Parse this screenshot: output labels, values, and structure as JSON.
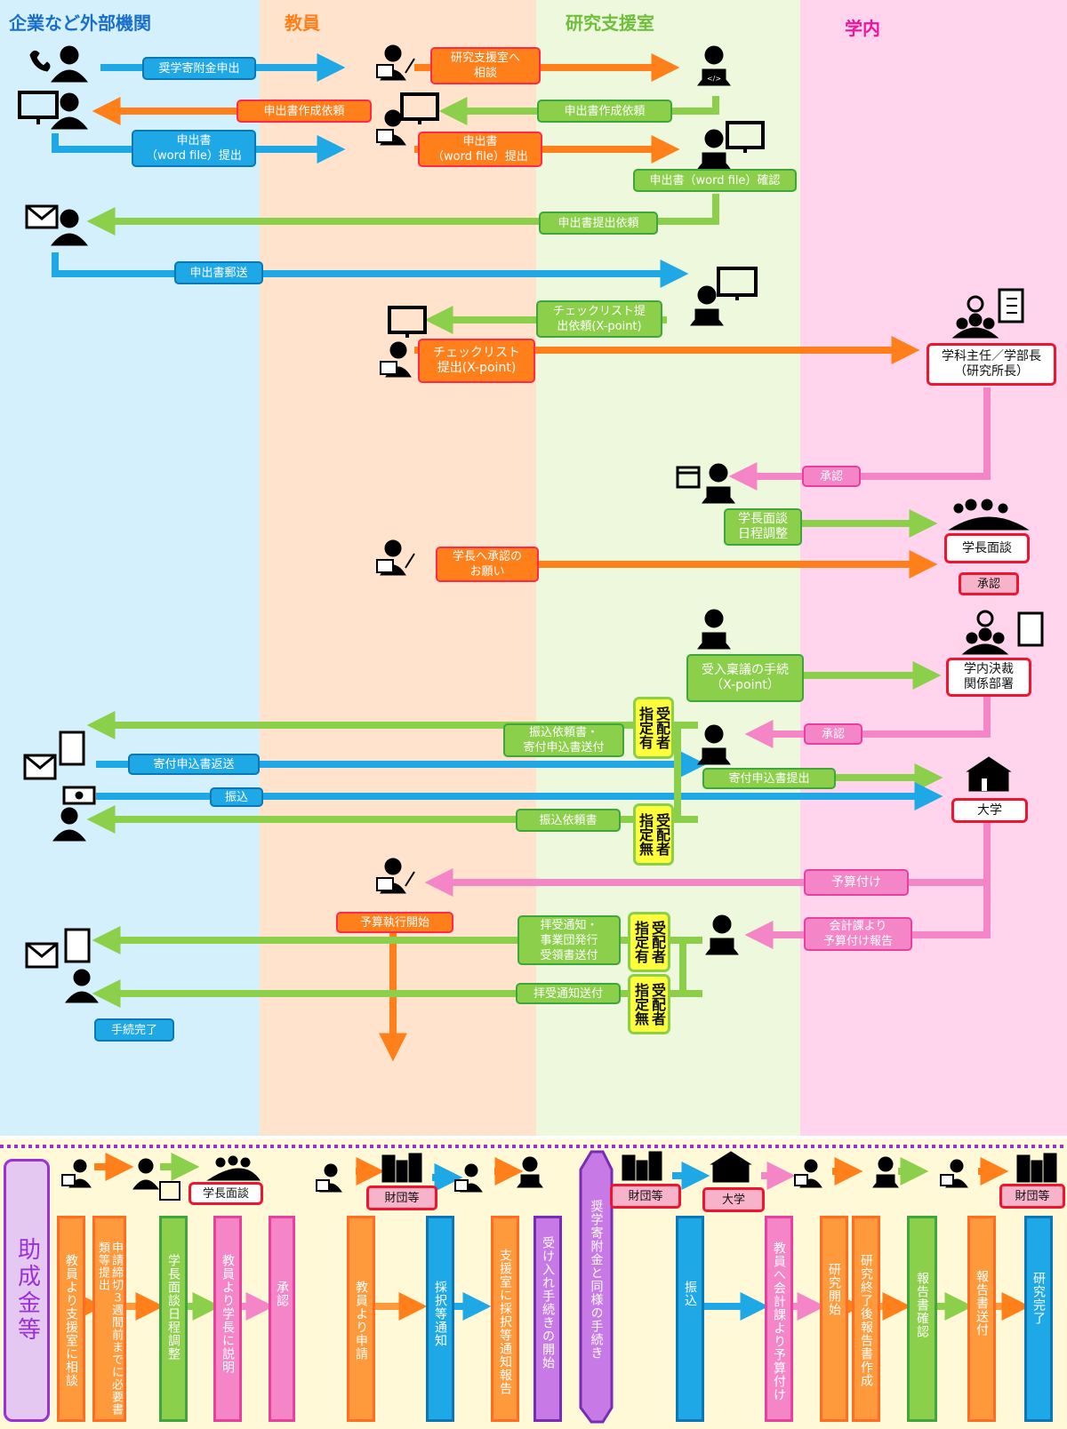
{
  "lanes": [
    {
      "title": "企業など外部機関",
      "color": "#1a6fc9"
    },
    {
      "title": "教員",
      "color": "#ff7f1a"
    },
    {
      "title": "研究支援室",
      "color": "#6fbf3c"
    },
    {
      "title": "学内",
      "color": "#f0149a"
    }
  ],
  "boxes": {
    "apply_donation": "奨学寄附金申出",
    "consult_support": "研究支援室へ\n相談",
    "req_form_green": "申出書作成依頼",
    "req_form_orange": "申出書作成依頼",
    "submit_word_blue": "申出書\n（word file）提出",
    "submit_word_orange": "申出書\n（word file）提出",
    "check_word": "申出書（word file）確認",
    "req_submit": "申出書提出依頼",
    "mail_form": "申出書郵送",
    "req_checklist": "チェックリスト提\n出依頼(X-point)",
    "submit_checklist": "チェックリスト\n提出(X-point)",
    "dept_head": "学科主任／学部長\n（研究所長）",
    "approve1": "承認",
    "schedule": "学長面談\n日程調整",
    "ask_president": "学長へ承認の\nお願い",
    "president_meeting": "学長面談",
    "approve2": "承認",
    "acceptance": "受入稟議の手続\n（X-point）",
    "internal_dept": "学内決裁\n関係部署",
    "approve3": "承認",
    "send_transfer_req": "振込依頼書・\n寄付申込書送付",
    "recipient_yes1": "受配者\n指定有",
    "return_app": "寄付申込書返送",
    "submit_app": "寄付申込書提出",
    "transfer": "振込",
    "university": "大学",
    "transfer_req": "振込依頼書",
    "recipient_no1": "受配者\n指定無",
    "budget": "予算付け",
    "budget_start": "予算執行開始",
    "receipt_notice": "拝受通知・\n事業団発行\n受領書送付",
    "recipient_yes2": "受配者\n指定有",
    "budget_report": "会計課より\n予算付け報告",
    "receipt_send": "拝受通知送付",
    "recipient_no2": "受配者\n指定無",
    "done": "手続完了"
  },
  "bottom": {
    "title": "助成金等",
    "president_meeting": "学長面談",
    "foundation1": "財団等",
    "foundation2": "財団等",
    "university": "大学",
    "foundation3": "財団等",
    "cols": [
      "教員より支援室に相談",
      "申請締切３週間前までに必要書類等提出",
      "学長面談日程調整",
      "教員より学長に説明",
      "承認",
      "教員より申請",
      "採択等通知",
      "支援室に採択等通知報告",
      "受け入れ手続きの開始",
      "奨学寄附金と同様の手続き",
      "振込",
      "教員へ会計課より予算付け",
      "研究開始",
      "研究終了後報告書作成",
      "報告書確認",
      "報告書送付",
      "研究完了"
    ]
  },
  "colors": {
    "blue": "#1ea8e6",
    "orange": "#ff7f1a",
    "green": "#8ccf4a",
    "pink": "#f486c8",
    "purple": "#9b30d6"
  }
}
